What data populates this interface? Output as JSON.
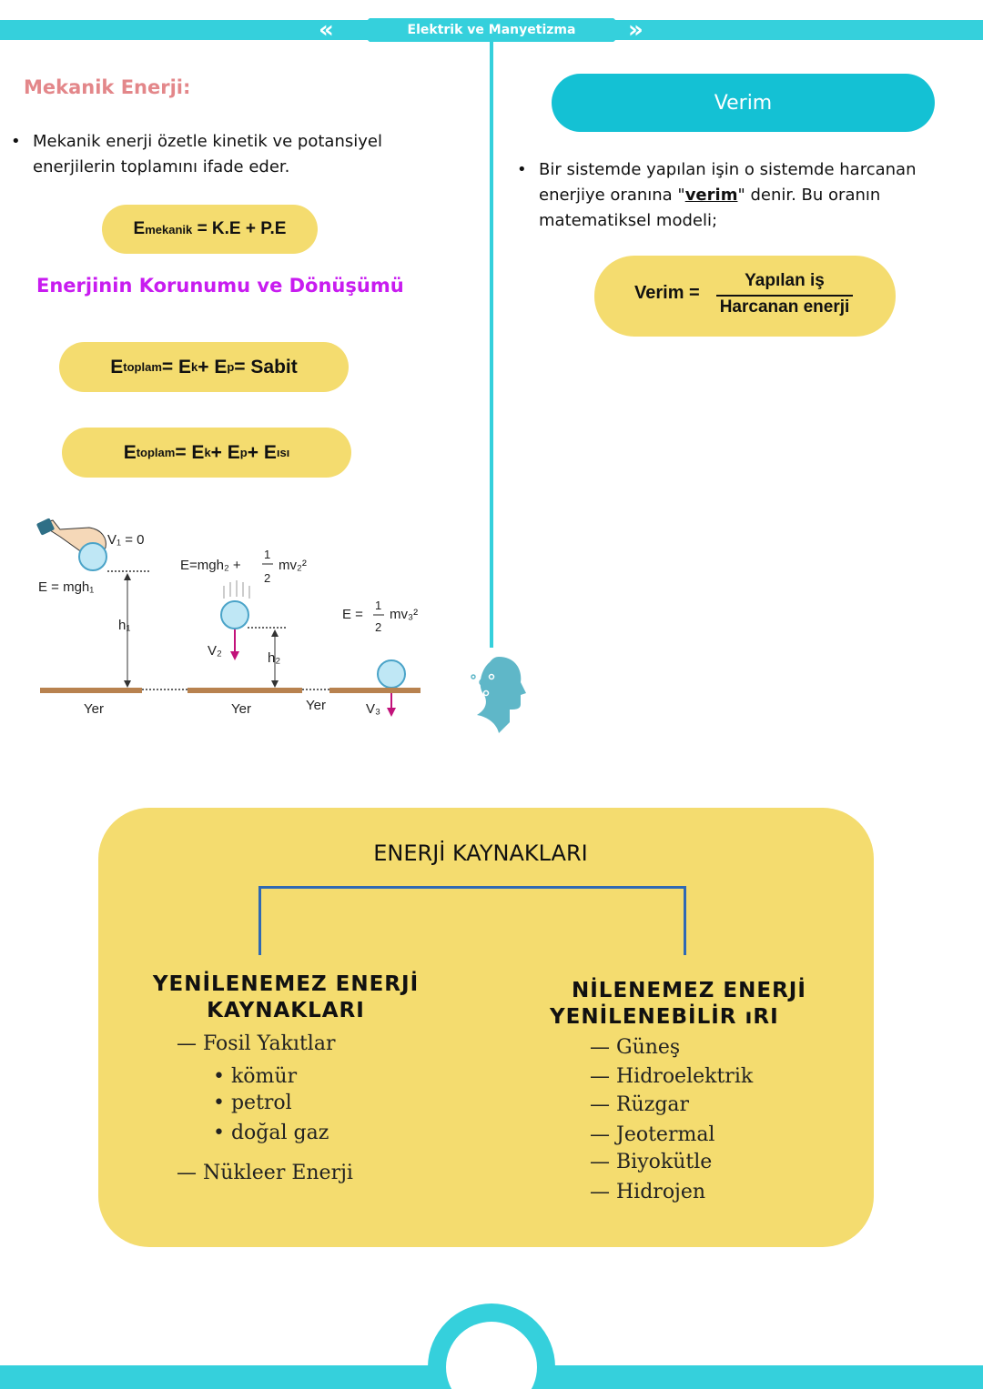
{
  "header": {
    "title": "Elektrik ve Manyetizma",
    "colors": {
      "band": "#35d0dc"
    }
  },
  "left": {
    "mekanik_title": "Mekanik Enerji:",
    "bullet": "Mekanik enerji özetle kinetik ve potansiyel enerjilerin toplamını ifade eder.",
    "bullet_line1": "Mekanik enerji özetle kinetik ve potansiyel",
    "bullet_line2": "enerjilerin toplamını ifade eder.",
    "formula_mekanik": {
      "E": "E",
      "sub": "mekanik",
      "rhs": "= K.E + P.E"
    },
    "korunum_title": "Enerjinin Korunumu ve Dönüşümü",
    "formula_toplam1": {
      "E": "E",
      "sub": "toplam",
      "rhs1": " = E",
      "k": "k",
      "plus": " + E",
      "p": "p",
      "rhs2": " = Sabit"
    },
    "formula_toplam2": {
      "E": "E",
      "sub": "toplam",
      "rhs1": " = E",
      "k": "k",
      "plus": " + E",
      "p": "p",
      "plus2": " + E",
      "isi": "ısı"
    },
    "diagram": {
      "v1": "V₁ = 0",
      "e1": "E = mgh₁",
      "h1": "h₁",
      "e2_left": "E=mgh₂ +",
      "e2_right": "mv₂²",
      "frac_num": "1",
      "frac_den": "2",
      "v2": "V₂",
      "h2": "h₂",
      "e3_left": "E =",
      "e3_right": "mv₃²",
      "v3": "V₃",
      "ground": "Yer"
    }
  },
  "right": {
    "verim_title": "Verim",
    "bullet_line1": "Bir sistemde yapılan işin o sistemde harcanan",
    "bullet_line2_a": "enerjiye oranına \"",
    "bullet_line2_b": "verim",
    "bullet_line2_c": "\" denir.  Bu oranın",
    "bullet_line3": "matematiksel modeli;",
    "formula": {
      "lhs": "Verim =",
      "numerator": "Yapılan iş",
      "denominator": "Harcanan enerji"
    }
  },
  "sources": {
    "title": "ENERJİ KAYNAKLARI",
    "non_renewable": {
      "heading_l1": "YENİLENEMEZ ENERJİ",
      "heading_l2": "KAYNAKLARI",
      "items": [
        "— Fosil Yakıtlar",
        "• kömür",
        "• petrol",
        "• doğal gaz",
        "— Nükleer Enerji"
      ]
    },
    "renewable": {
      "heading_l1": "NİLENEMEZ ENERJİ",
      "heading_l2": "YENİLENEBİLİR ",
      "heading_l2_tail": "ıRI",
      "items": [
        "— Güneş",
        "— Hidroelektrik",
        "— Rüzgar",
        "— Jeotermal",
        "— Biyokütle",
        "— Hidrojen"
      ]
    }
  }
}
